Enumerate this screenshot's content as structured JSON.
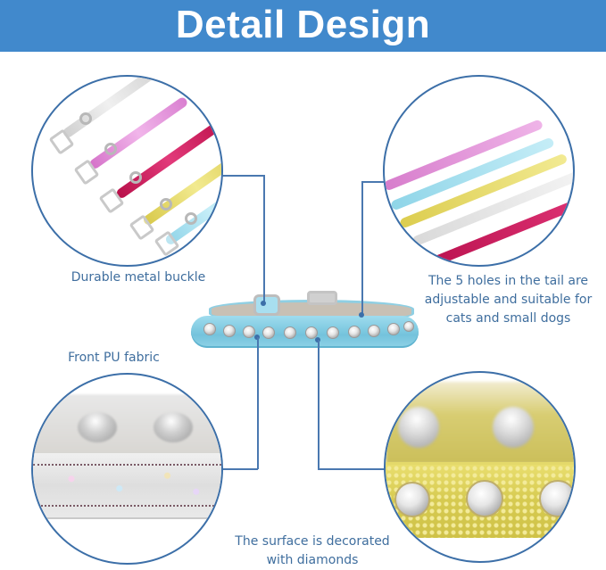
{
  "banner": {
    "title": "Detail Design",
    "background_color": "#4189cc",
    "text_color": "#ffffff"
  },
  "callouts": {
    "top_left": {
      "label": "Durable metal buckle",
      "image": "collar-buckles-five-colors"
    },
    "top_right": {
      "label_lines": [
        "The 5 holes in the tail are",
        "adjustable and suitable for",
        "cats and small dogs"
      ],
      "image": "collar-tails-five-colors"
    },
    "bottom_left": {
      "label": "Front PU fabric",
      "image": "white-glitter-fabric-closeup"
    },
    "bottom_right": {
      "label_lines": [
        "The surface is decorated",
        "with diamonds"
      ],
      "image": "yellow-rhinestone-closeup"
    }
  },
  "center_product": {
    "image": "light-blue-rhinestone-collar",
    "color": "#7fcbe2"
  },
  "colors": {
    "label_text": "#3f6e9e",
    "circle_border": "#3c6fa8",
    "connector": "#4a78b0",
    "strap_silver": "#dcdcdc",
    "strap_pink": "#e08ad6",
    "strap_magenta": "#c8124f",
    "strap_yellow": "#e4d85a",
    "strap_blue": "#9fdcec"
  }
}
